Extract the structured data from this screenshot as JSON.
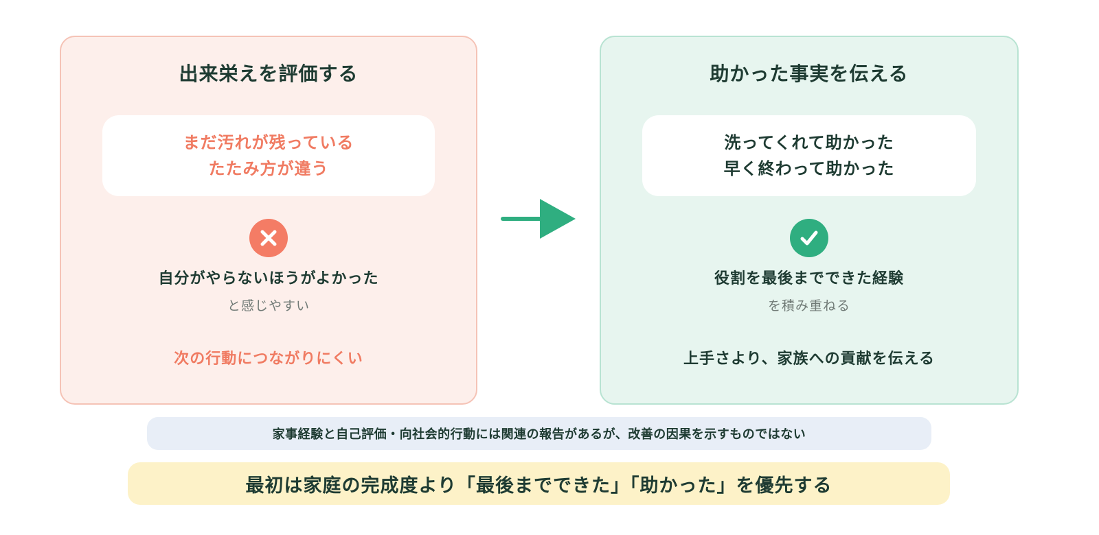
{
  "left_panel": {
    "title": "出来栄えを評価する",
    "quote_lines": [
      "まだ汚れが残っている",
      "たたみ方が違う"
    ],
    "icon": "x-icon",
    "effect_main": "自分がやらないほうがよかった",
    "effect_sub": "と感じやすい",
    "conclusion": "次の行動につながりにくい"
  },
  "right_panel": {
    "title": "助かった事実を伝える",
    "quote_lines": [
      "洗ってくれて助かった",
      "早く終わって助かった"
    ],
    "icon": "check-icon",
    "effect_main": "役割を最後までできた経験",
    "effect_sub": "を積み重ねる",
    "conclusion": "上手さより、家族への貢献を伝える"
  },
  "arrow_icon": "arrow-right-icon",
  "note": "家事経験と自己評価・向社会的行動には関連の報告があるが、改善の因果を示すものではない",
  "summary": "最初は家庭の完成度より「最後までできた」「助かった」を優先する",
  "colors": {
    "negative_accent": "#f07b62",
    "positive_accent": "#2fae80",
    "left_bg": "#fdefeb",
    "right_bg": "#e7f5ef",
    "note_bg": "#e8eef7",
    "summary_bg": "#fdf2c8",
    "text_dark": "#1e3b32"
  }
}
